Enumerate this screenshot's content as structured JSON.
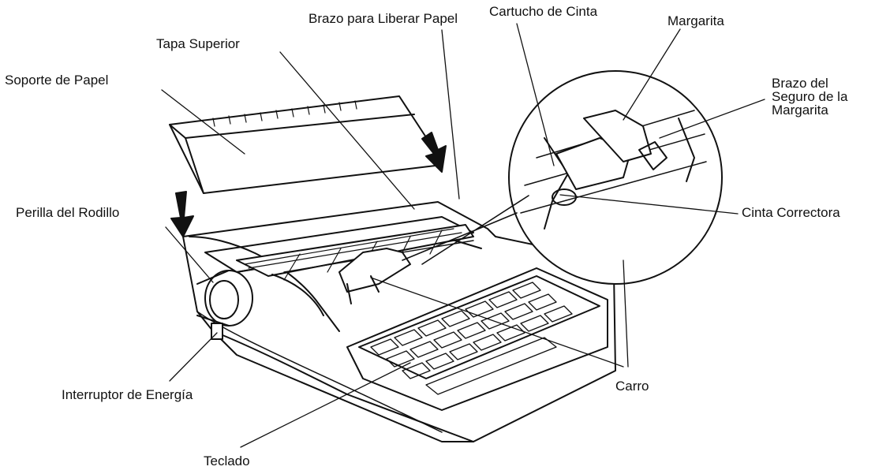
{
  "labels": {
    "soporte_papel": "Soporte de Papel",
    "tapa_superior": "Tapa Superior",
    "brazo_liberar": "Brazo para Liberar Papel",
    "cartucho_cinta": "Cartucho de Cinta",
    "margarita": "Margarita",
    "brazo_seguro": "Brazo del\nSeguro de la\nMargarita",
    "perilla_rodillo": "Perilla del Rodillo",
    "cinta_correctora": "Cinta Correctora",
    "carro": "Carro",
    "interruptor": "Interruptor de Energía",
    "teclado": "Teclado"
  }
}
